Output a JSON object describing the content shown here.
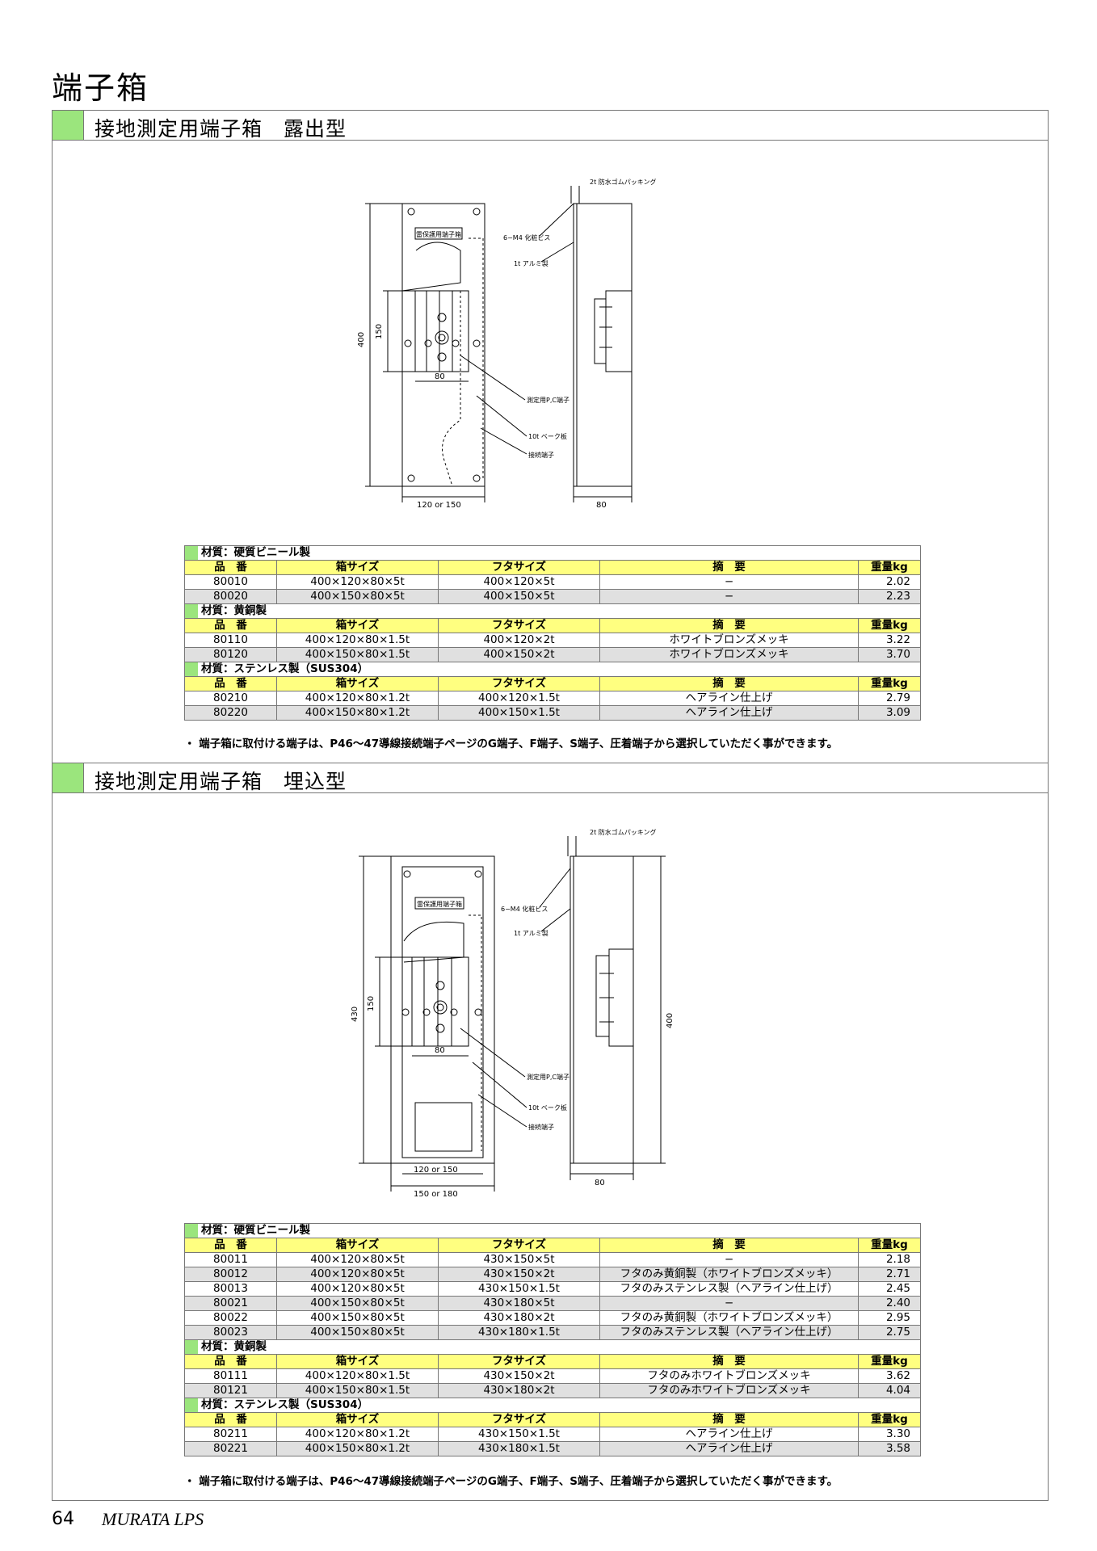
{
  "page_title": "端子箱",
  "sections": [
    {
      "heading": "接地測定用端子箱　露出型",
      "drawing": {
        "front_label": "雷保護用端子箱",
        "dim_height_total": "400",
        "dim_height_inner": "150",
        "dim_width_inner": "80",
        "dim_width_outer": [
          "120 or 150"
        ],
        "callout_terminal": "測定用P,C端子",
        "callout_bakelite": "10t ベーク板",
        "callout_connect": "接続端子",
        "side_gasket": "2t 防水ゴムパッキング",
        "side_screw": "6−M4 化粧ビス",
        "side_alu": "1t アルミ製",
        "side_depth": "80"
      },
      "tables": [
        {
          "material": "材質：硬質ビニール製",
          "rows": [
            {
              "no": "80010",
              "box": "400×120×80×5t",
              "lid": "400×120×5t",
              "note": "−",
              "kg": "2.02"
            },
            {
              "no": "80020",
              "box": "400×150×80×5t",
              "lid": "400×150×5t",
              "note": "−",
              "kg": "2.23"
            }
          ]
        },
        {
          "material": "材質：黄銅製",
          "rows": [
            {
              "no": "80110",
              "box": "400×120×80×1.5t",
              "lid": "400×120×2t",
              "note": "ホワイトブロンズメッキ",
              "kg": "3.22"
            },
            {
              "no": "80120",
              "box": "400×150×80×1.5t",
              "lid": "400×150×2t",
              "note": "ホワイトブロンズメッキ",
              "kg": "3.70"
            }
          ]
        },
        {
          "material": "材質：ステンレス製（SUS304）",
          "rows": [
            {
              "no": "80210",
              "box": "400×120×80×1.2t",
              "lid": "400×120×1.5t",
              "note": "ヘアライン仕上げ",
              "kg": "2.79"
            },
            {
              "no": "80220",
              "box": "400×150×80×1.2t",
              "lid": "400×150×1.5t",
              "note": "ヘアライン仕上げ",
              "kg": "3.09"
            }
          ]
        }
      ],
      "note": "・ 端子箱に取付ける端子は、P46〜47導線接続端子ページのG端子、F端子、S端子、圧着端子から選択していただく事ができます。"
    },
    {
      "heading": "接地測定用端子箱　埋込型",
      "drawing": {
        "front_label": "雷保護用端子箱",
        "dim_height_total": "430",
        "dim_height_inner": "150",
        "dim_width_inner": "80",
        "dim_width_outer": [
          "120 or 150",
          "150 or 180"
        ],
        "callout_terminal": "測定用P,C端子",
        "callout_bakelite": "10t ベーク板",
        "callout_connect": "接続端子",
        "side_gasket": "2t 防水ゴムパッキング",
        "side_screw": "6−M4 化粧ビス",
        "side_alu": "1t アルミ製",
        "side_depth": "80",
        "side_height": "400"
      },
      "tables": [
        {
          "material": "材質：硬質ビニール製",
          "rows": [
            {
              "no": "80011",
              "box": "400×120×80×5t",
              "lid": "430×150×5t",
              "note": "−",
              "kg": "2.18"
            },
            {
              "no": "80012",
              "box": "400×120×80×5t",
              "lid": "430×150×2t",
              "note": "フタのみ黄銅製（ホワイトブロンズメッキ）",
              "kg": "2.71"
            },
            {
              "no": "80013",
              "box": "400×120×80×5t",
              "lid": "430×150×1.5t",
              "note": "フタのみステンレス製（ヘアライン仕上げ）",
              "kg": "2.45"
            },
            {
              "no": "80021",
              "box": "400×150×80×5t",
              "lid": "430×180×5t",
              "note": "−",
              "kg": "2.40"
            },
            {
              "no": "80022",
              "box": "400×150×80×5t",
              "lid": "430×180×2t",
              "note": "フタのみ黄銅製（ホワイトブロンズメッキ）",
              "kg": "2.95"
            },
            {
              "no": "80023",
              "box": "400×150×80×5t",
              "lid": "430×180×1.5t",
              "note": "フタのみステンレス製（ヘアライン仕上げ）",
              "kg": "2.75"
            }
          ]
        },
        {
          "material": "材質：黄銅製",
          "rows": [
            {
              "no": "80111",
              "box": "400×120×80×1.5t",
              "lid": "430×150×2t",
              "note": "フタのみホワイトブロンズメッキ",
              "kg": "3.62"
            },
            {
              "no": "80121",
              "box": "400×150×80×1.5t",
              "lid": "430×180×2t",
              "note": "フタのみホワイトブロンズメッキ",
              "kg": "4.04"
            }
          ]
        },
        {
          "material": "材質：ステンレス製（SUS304）",
          "rows": [
            {
              "no": "80211",
              "box": "400×120×80×1.2t",
              "lid": "430×150×1.5t",
              "note": "ヘアライン仕上げ",
              "kg": "3.30"
            },
            {
              "no": "80221",
              "box": "400×150×80×1.2t",
              "lid": "430×180×1.5t",
              "note": "ヘアライン仕上げ",
              "kg": "3.58"
            }
          ]
        }
      ],
      "note": "・ 端子箱に取付ける端子は、P46〜47導線接続端子ページのG端子、F端子、S端子、圧着端子から選択していただく事ができます。"
    }
  ],
  "table_header": {
    "no": "品　番",
    "box": "箱サイズ",
    "lid": "フタサイズ",
    "note": "摘　要",
    "kg": "重量kg"
  },
  "footer": {
    "page_number": "64",
    "brand": "MURATA LPS"
  }
}
